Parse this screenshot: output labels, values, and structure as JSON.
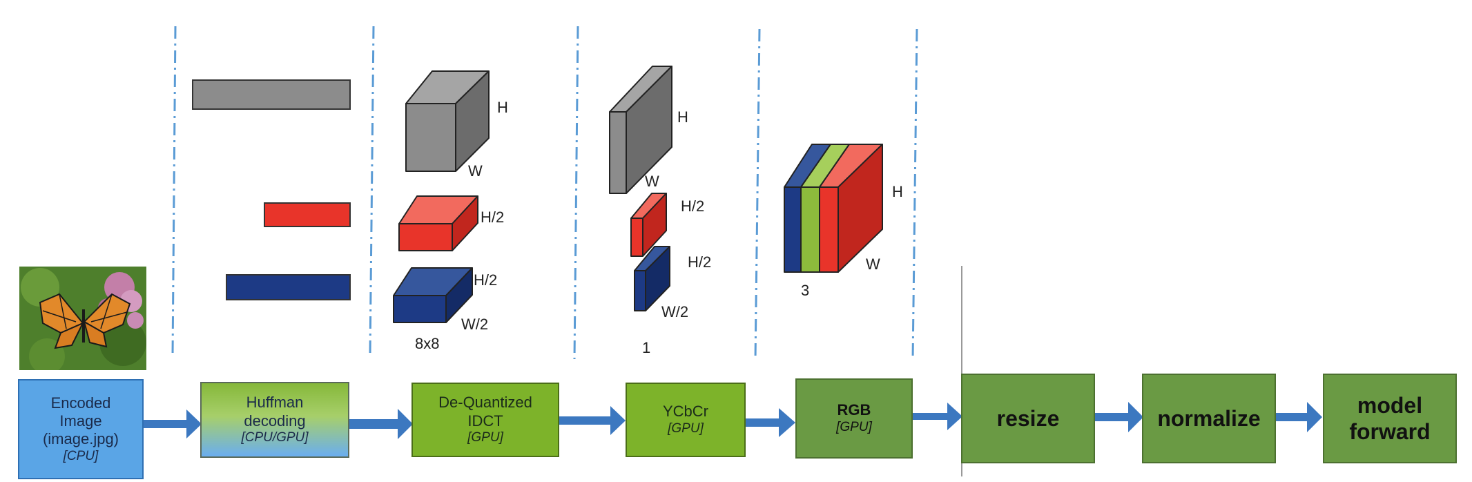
{
  "stages": {
    "encoded": {
      "label": "Encoded\nImage\n(image.jpg)",
      "device": "[CPU]"
    },
    "huffman": {
      "label": "Huffman\ndecoding",
      "device": "[CPU/GPU]"
    },
    "dequant": {
      "label": "De-Quantized\nIDCT",
      "device": "[GPU]"
    },
    "ycbcr": {
      "label": "YCbCr",
      "device": "[GPU]"
    },
    "rgb": {
      "label": "RGB",
      "device": "[GPU]"
    },
    "resize": {
      "label": "resize"
    },
    "normalize": {
      "label": "normalize"
    },
    "model": {
      "label": "model\nforward"
    }
  },
  "dims": {
    "h": "H",
    "w": "W",
    "h2": "H/2",
    "w2": "W/2",
    "block": "8x8",
    "one": "1",
    "three": "3"
  },
  "colors": {
    "blue_box": "#5aa5e6",
    "green_box": "#7db32a",
    "dark_green_box": "#6a9a44",
    "arrow_blue": "#3c78c0",
    "divider": "#5a9bd5",
    "gray": "#8c8c8c",
    "red": "#e8342a",
    "navy": "#1d3a85",
    "lime": "#8dbb3c"
  },
  "image": {
    "subject": "monarch butterfly on flowers"
  }
}
